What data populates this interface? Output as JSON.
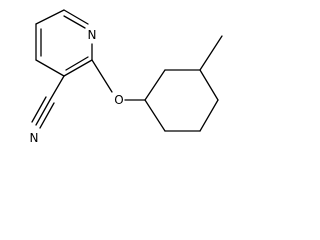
{
  "molecule": {
    "atoms": {
      "ring_nitrogen": "N",
      "ether_oxygen": "O",
      "nitrile_nitrogen": "N"
    },
    "colors": {
      "bond": "#000000",
      "label": "#000000",
      "background": "#ffffff"
    }
  }
}
